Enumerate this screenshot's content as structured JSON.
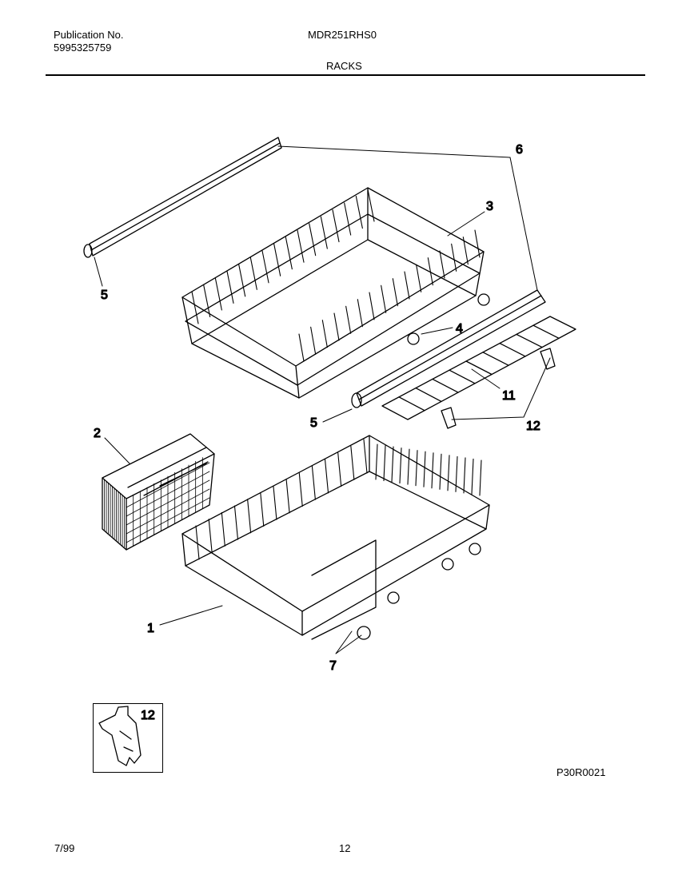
{
  "header": {
    "publication_label": "Publication No.",
    "publication_number": "5995325759",
    "model": "MDR251RHS0",
    "section": "RACKS"
  },
  "callouts": {
    "c1": "1",
    "c2": "2",
    "c3": "3",
    "c4": "4",
    "c5a": "5",
    "c5b": "5",
    "c6": "6",
    "c7": "7",
    "c11": "11",
    "c12": "12"
  },
  "inset": {
    "label": "12"
  },
  "drawing_code": "P30R0021",
  "footer": {
    "date": "7/99",
    "page": "12"
  },
  "colors": {
    "ink": "#000000",
    "paper": "#ffffff"
  }
}
